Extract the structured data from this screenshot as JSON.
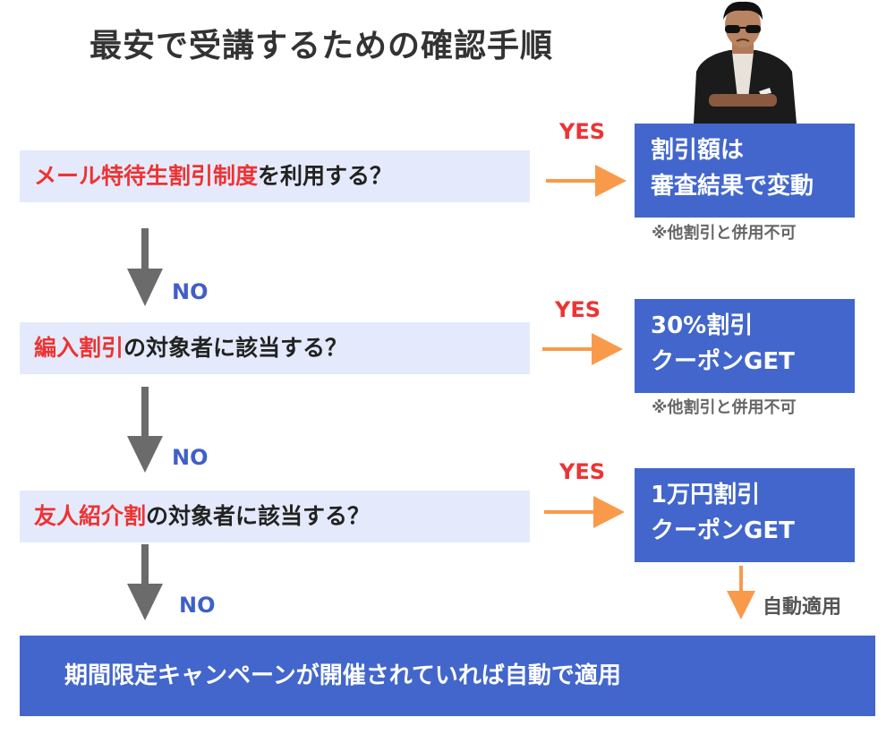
{
  "title": "最安で受講するための確認手順",
  "steps": [
    {
      "highlight": "メール特待生割引制度",
      "rest": "を利用する？",
      "yes_label": "YES",
      "result_lines": [
        "割引額は",
        "審査結果で変動"
      ],
      "note": "※他割引と併用不可",
      "no_label": "NO"
    },
    {
      "highlight": "編入割引",
      "rest": "の対象者に該当する？",
      "yes_label": "YES",
      "result_lines": [
        "30%割引",
        "クーポンGET"
      ],
      "note": "※他割引と併用不可",
      "no_label": "NO"
    },
    {
      "highlight": "友人紹介割",
      "rest": "の対象者に該当する？",
      "yes_label": "YES",
      "result_lines": [
        "1万円割引",
        "クーポンGET"
      ],
      "note": "自動適用",
      "no_label": "NO"
    }
  ],
  "final": "期間限定キャンペーンが開催されていれば自動で適用",
  "colors": {
    "blue": "#4266cc",
    "light": "#e4eafb",
    "red": "#ee3333",
    "orange": "#f99a4a",
    "gray": "#6b6b6b"
  }
}
